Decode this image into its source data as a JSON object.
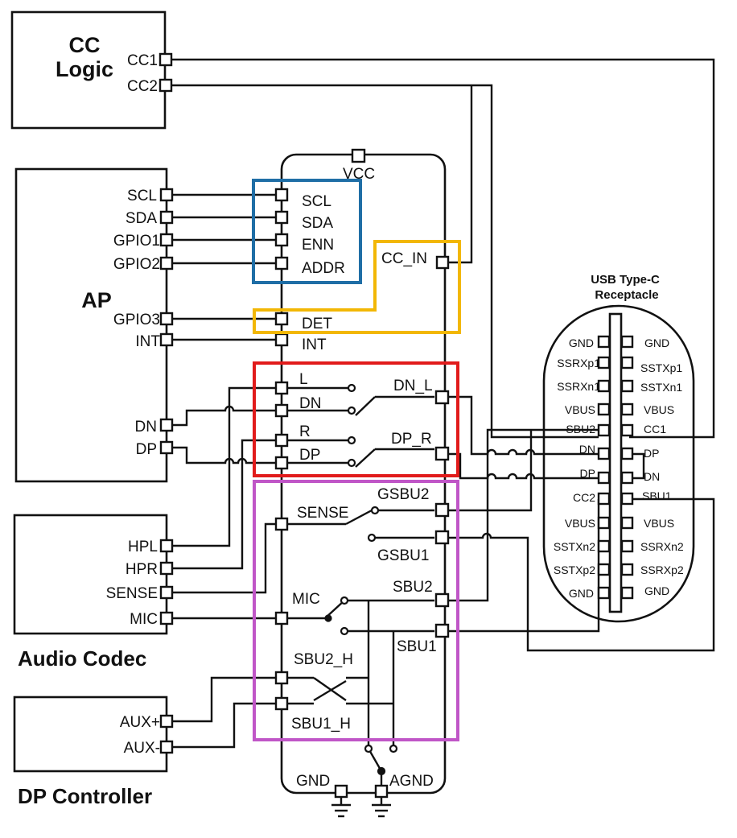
{
  "cc_logic": {
    "title_line1": "CC",
    "title_line2": "Logic",
    "pins": [
      "CC1",
      "CC2"
    ]
  },
  "ap": {
    "title": "AP",
    "pins": [
      "SCL",
      "SDA",
      "GPIO1",
      "GPIO2",
      "GPIO3",
      "INT",
      "DN",
      "DP"
    ]
  },
  "audio_codec": {
    "title": "Audio Codec",
    "pins": [
      "HPL",
      "HPR",
      "SENSE",
      "MIC"
    ]
  },
  "dp_controller": {
    "title": "DP Controller",
    "pins": [
      "AUX+",
      "AUX-"
    ]
  },
  "switch_ic": {
    "vcc": "VCC",
    "left_pins": [
      "SCL",
      "SDA",
      "ENN",
      "ADDR",
      "DET",
      "INT"
    ],
    "cc_in": "CC_IN",
    "usb_switch": {
      "inputs": [
        "L",
        "DN",
        "R",
        "DP"
      ],
      "outputs": [
        "DN_L",
        "DP_R"
      ]
    },
    "sbu_switch": {
      "sense": "SENSE",
      "mic": "MIC",
      "outputs": [
        "GSBU2",
        "GSBU1",
        "SBU2",
        "SBU1"
      ],
      "aux": [
        "SBU2_H",
        "SBU1_H"
      ]
    },
    "gnd": "GND",
    "agnd": "AGND"
  },
  "usb_receptacle": {
    "title_line1": "USB Type-C",
    "title_line2": "Receptacle",
    "left_pins": [
      "GND",
      "SSRXp1",
      "SSRXn1",
      "VBUS",
      "SBU2",
      "DN",
      "DP",
      "CC2",
      "VBUS",
      "SSTXn2",
      "SSTXp2",
      "GND"
    ],
    "right_pins": [
      "GND",
      "SSTXp1",
      "SSTXn1",
      "VBUS",
      "CC1",
      "DP",
      "DN",
      "SBU1",
      "VBUS",
      "SSRXn2",
      "SSRXp2",
      "GND"
    ]
  },
  "colors": {
    "blue": "#1f6ea6",
    "yellow": "#f2b705",
    "red": "#e11b1b",
    "purple": "#c056c7",
    "line": "#111111"
  }
}
